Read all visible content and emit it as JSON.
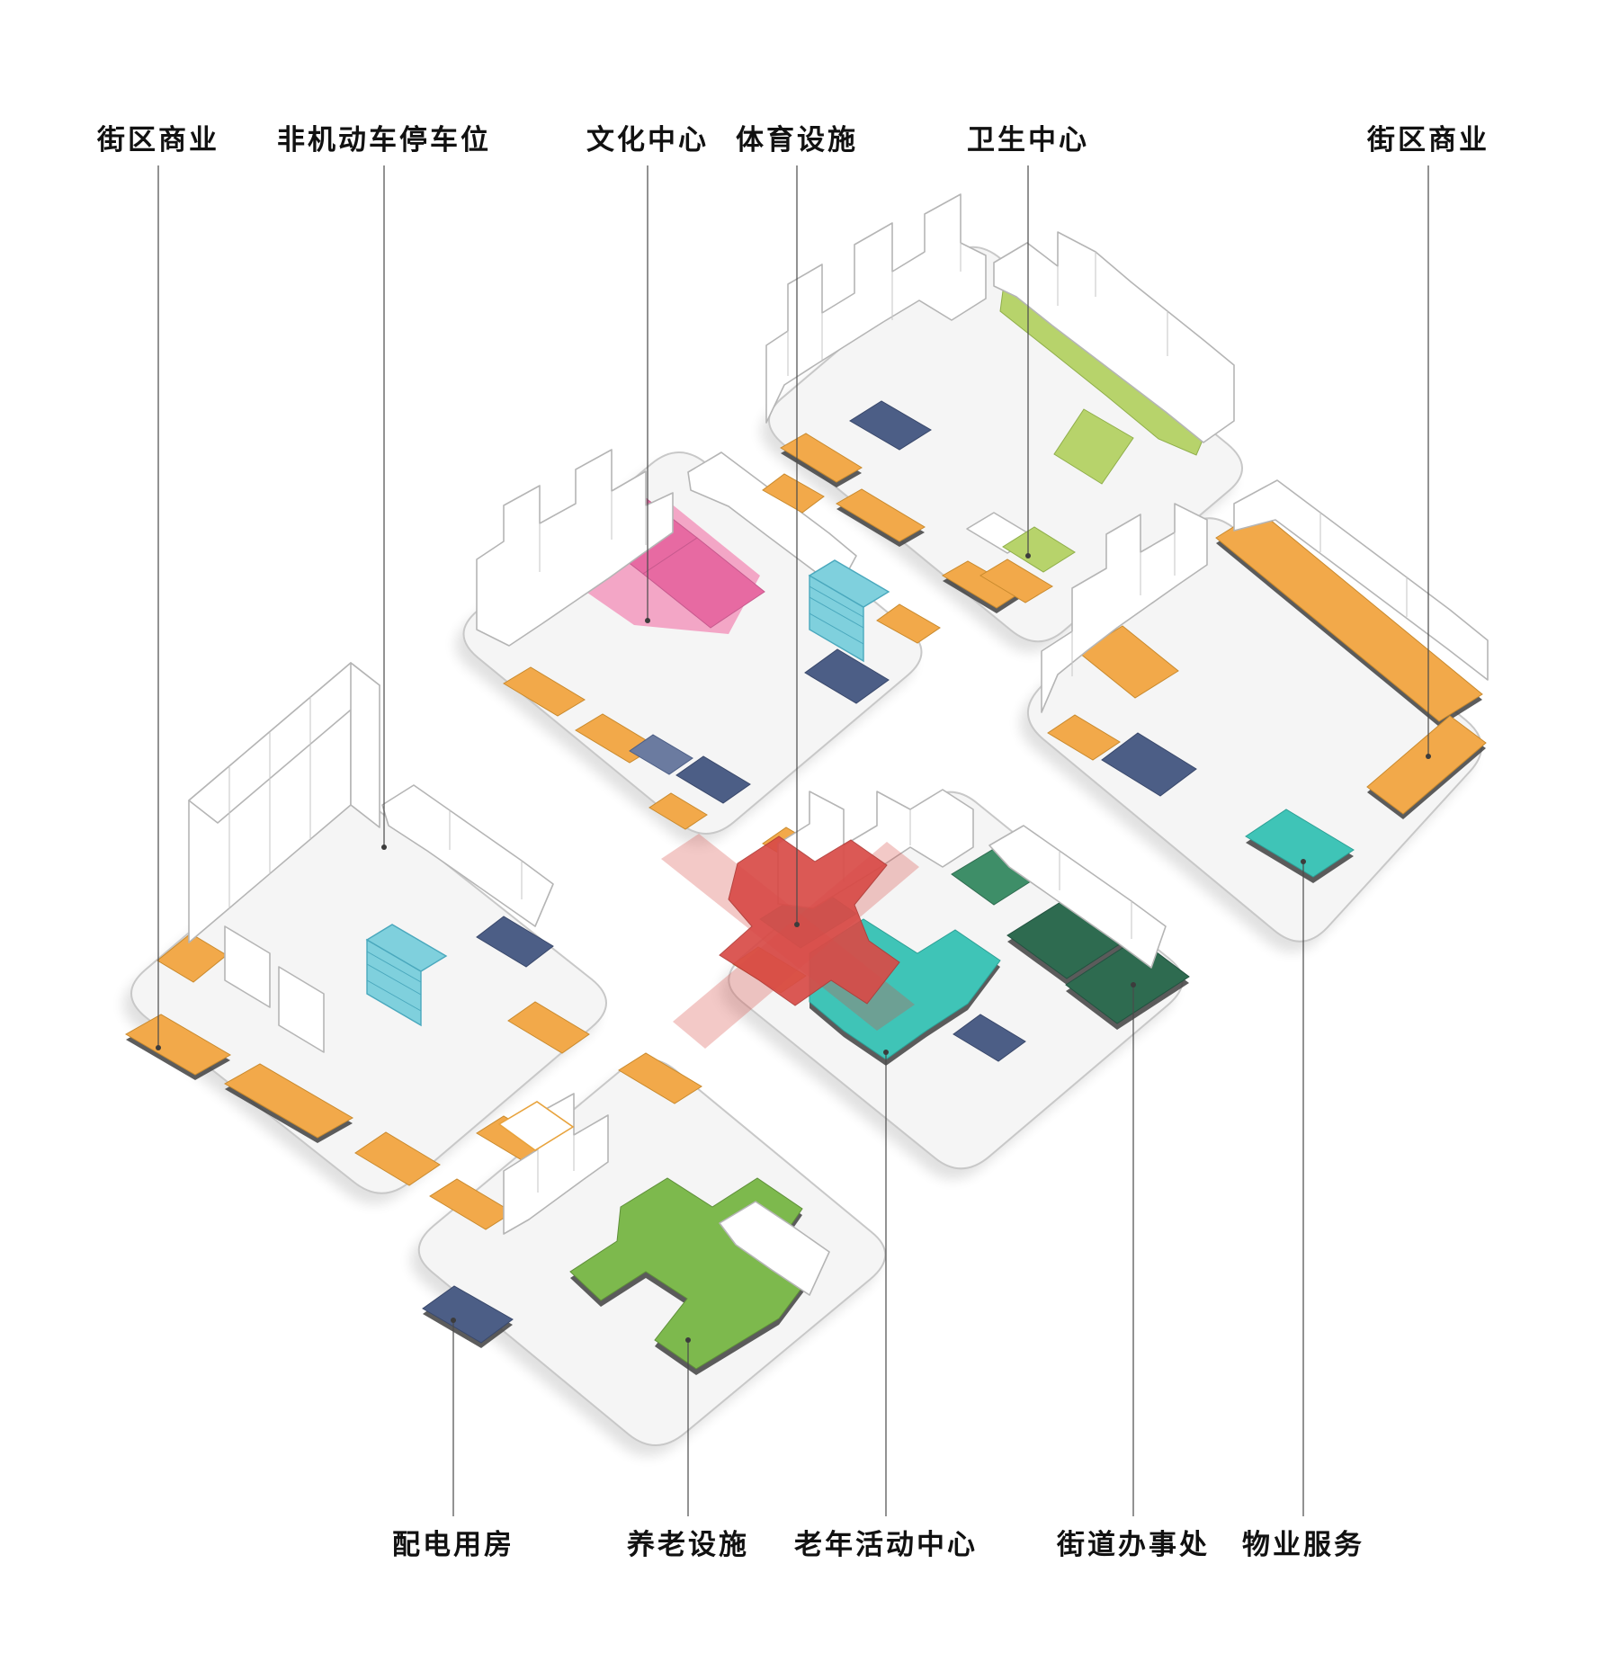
{
  "diagram": {
    "type": "axonometric-masterplan",
    "description": "Six residential blocks with color-coded public service program",
    "blocks_count": 6
  },
  "labels": {
    "top": [
      {
        "id": "block-commerce-left",
        "text": "街区商业"
      },
      {
        "id": "non-motorized-parking",
        "text": "非机动车停车位"
      },
      {
        "id": "cultural-center",
        "text": "文化中心"
      },
      {
        "id": "sports-facilities",
        "text": "体育设施"
      },
      {
        "id": "health-center",
        "text": "卫生中心"
      },
      {
        "id": "block-commerce-right",
        "text": "街区商业"
      }
    ],
    "bottom": [
      {
        "id": "power-distribution-room",
        "text": "配电用房"
      },
      {
        "id": "elderly-care-facilities",
        "text": "养老设施"
      },
      {
        "id": "senior-activity-center",
        "text": "老年活动中心"
      },
      {
        "id": "subdistrict-office",
        "text": "街道办事处"
      },
      {
        "id": "property-services",
        "text": "物业服务"
      }
    ]
  },
  "palette": {
    "orange_commerce": "#F2A94A",
    "light_green_health": "#B7D36B",
    "green_elderly_care": "#7DB94D",
    "sea_green": "#3E8E68",
    "dark_green_office": "#2E6B50",
    "pink_cultural": "#E76AA2",
    "pink_podium": "#F3A6C6",
    "teal_activity": "#3FC4B7",
    "cyan_building": "#7FD0DD",
    "navy_utility": "#4C5E86",
    "red_sports_plaza": "#D84B47",
    "wireframe_gray": "#B5B5B5",
    "platform_gray": "#F5F5F5"
  }
}
